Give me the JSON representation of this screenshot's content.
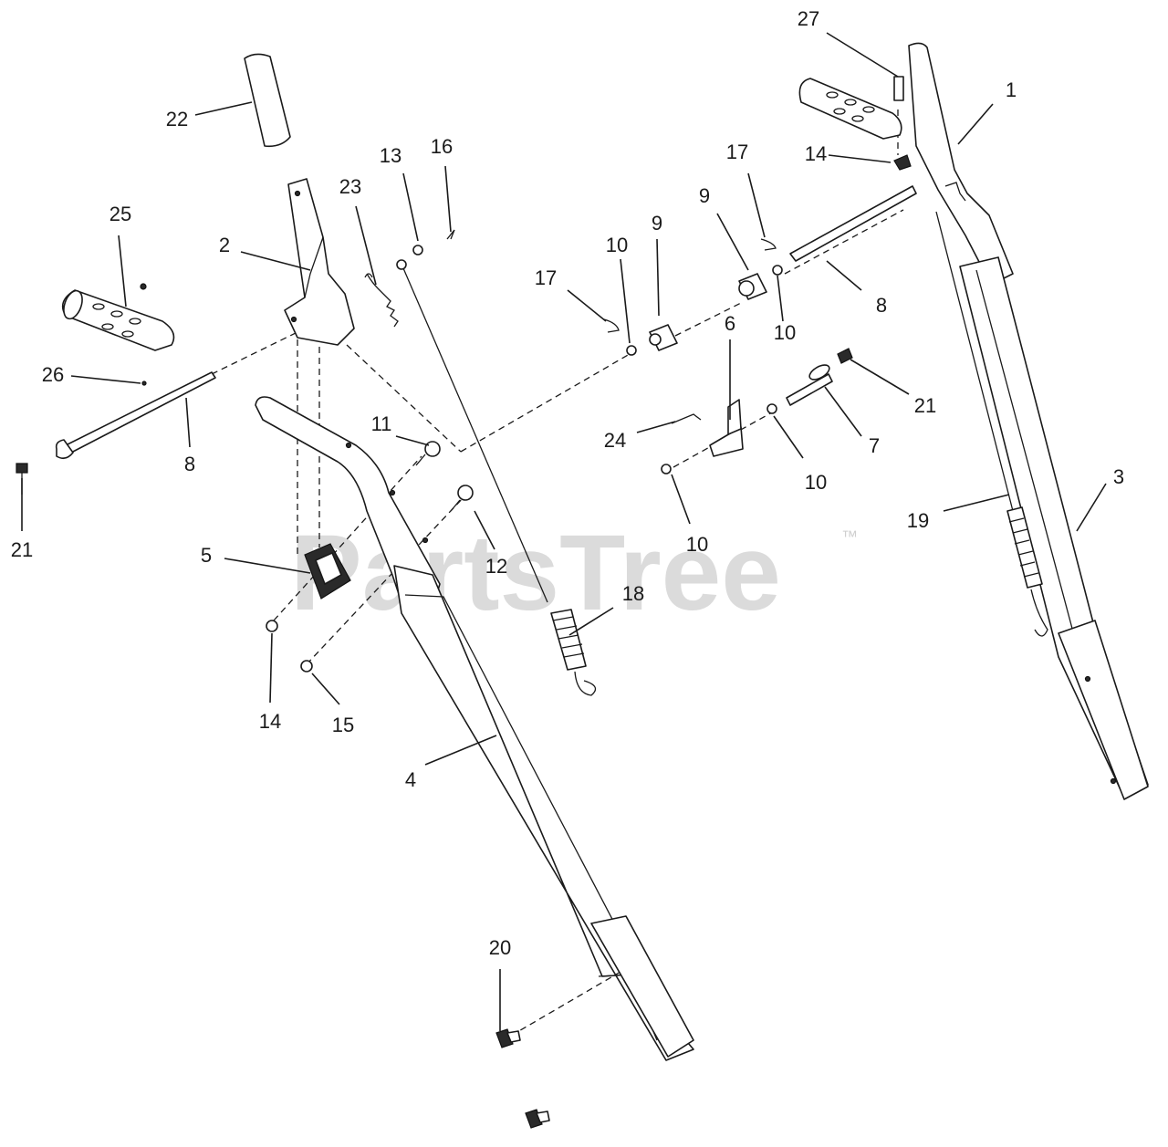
{
  "watermark": {
    "brand": "PartsTree",
    "trademark": "™"
  },
  "callouts": [
    {
      "id": "c1",
      "label": "1"
    },
    {
      "id": "c2",
      "label": "2"
    },
    {
      "id": "c3",
      "label": "3"
    },
    {
      "id": "c4",
      "label": "4"
    },
    {
      "id": "c5",
      "label": "5"
    },
    {
      "id": "c6",
      "label": "6"
    },
    {
      "id": "c7",
      "label": "7"
    },
    {
      "id": "c8a",
      "label": "8"
    },
    {
      "id": "c8b",
      "label": "8"
    },
    {
      "id": "c9a",
      "label": "9"
    },
    {
      "id": "c9b",
      "label": "9"
    },
    {
      "id": "c10a",
      "label": "10"
    },
    {
      "id": "c10b",
      "label": "10"
    },
    {
      "id": "c10c",
      "label": "10"
    },
    {
      "id": "c10d",
      "label": "10"
    },
    {
      "id": "c11",
      "label": "11"
    },
    {
      "id": "c12",
      "label": "12"
    },
    {
      "id": "c13",
      "label": "13"
    },
    {
      "id": "c14a",
      "label": "14"
    },
    {
      "id": "c14b",
      "label": "14"
    },
    {
      "id": "c15",
      "label": "15"
    },
    {
      "id": "c16",
      "label": "16"
    },
    {
      "id": "c17a",
      "label": "17"
    },
    {
      "id": "c17b",
      "label": "17"
    },
    {
      "id": "c18",
      "label": "18"
    },
    {
      "id": "c19",
      "label": "19"
    },
    {
      "id": "c20",
      "label": "20"
    },
    {
      "id": "c21a",
      "label": "21"
    },
    {
      "id": "c21b",
      "label": "21"
    },
    {
      "id": "c22",
      "label": "22"
    },
    {
      "id": "c23",
      "label": "23"
    },
    {
      "id": "c24",
      "label": "24"
    },
    {
      "id": "c25",
      "label": "25"
    },
    {
      "id": "c26",
      "label": "26"
    },
    {
      "id": "c27",
      "label": "27"
    }
  ]
}
